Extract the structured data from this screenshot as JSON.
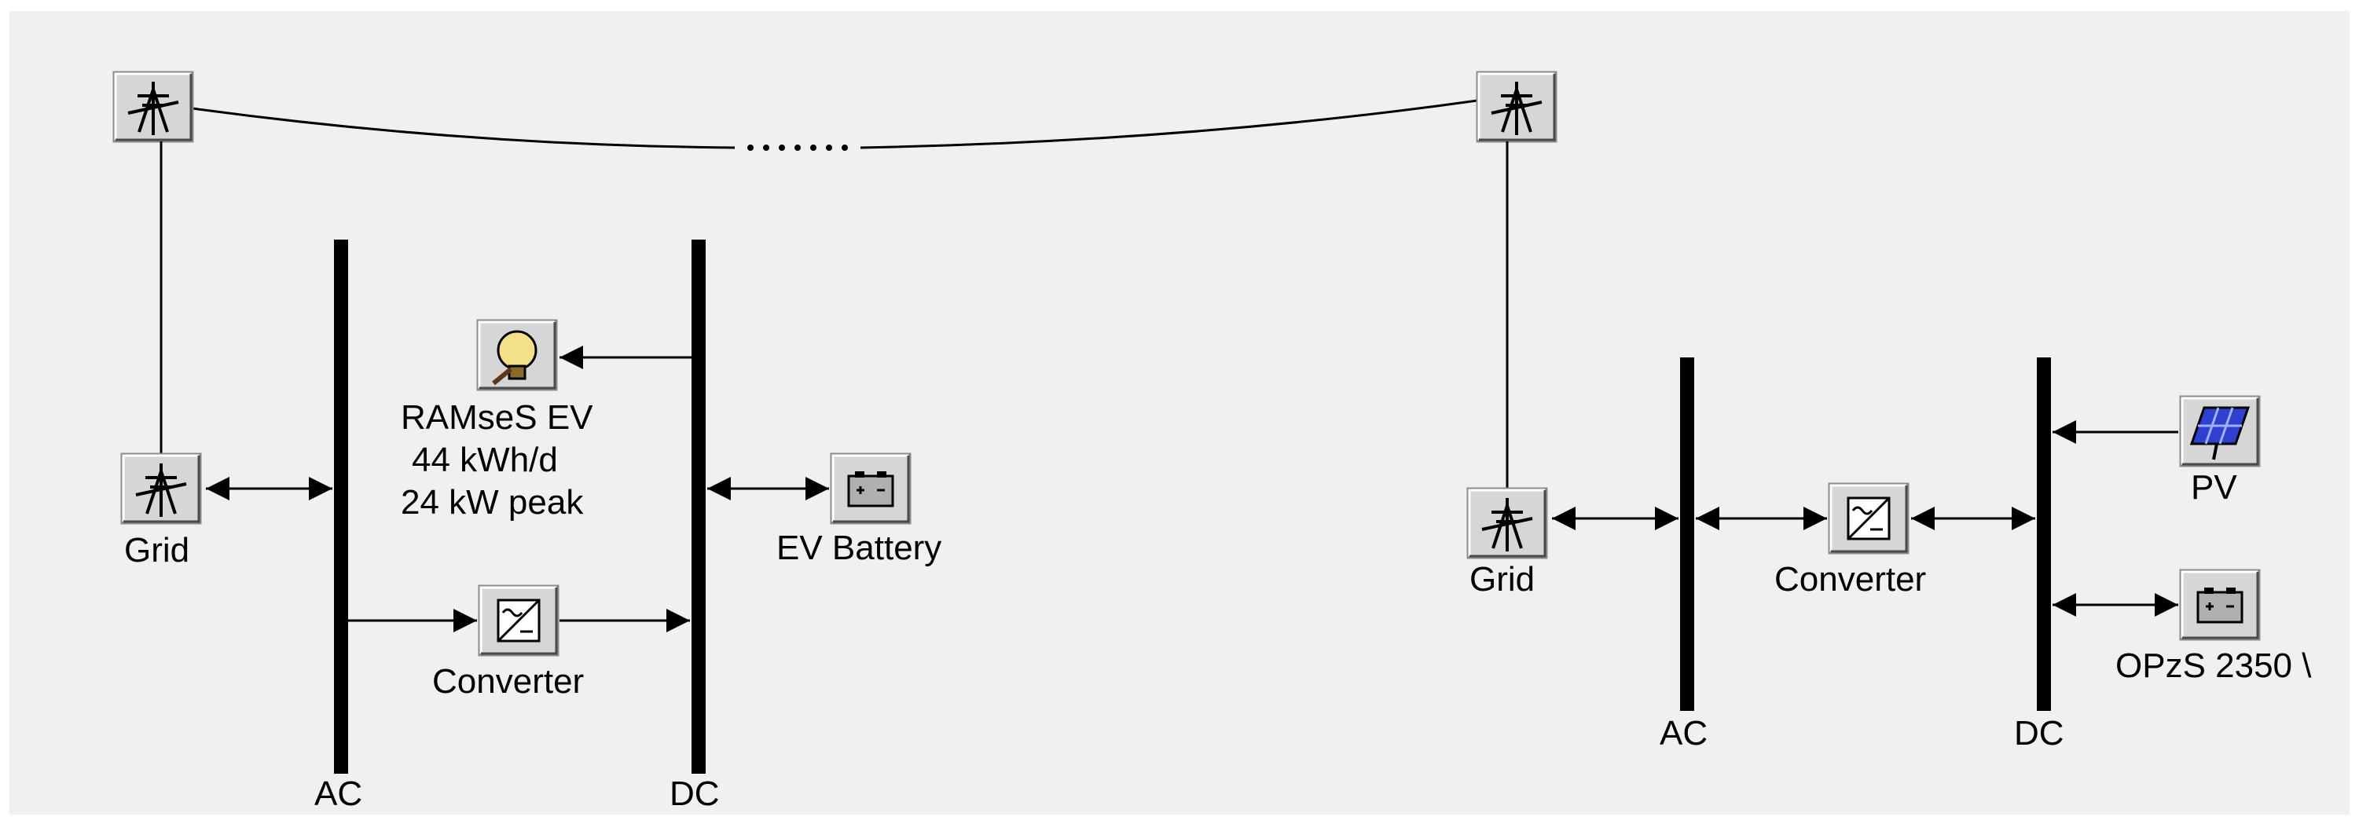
{
  "colors": {
    "canvas_background": "#f0f0f0",
    "line": "#000000",
    "icon_face": "#d6d6d6",
    "pv_panel": "#2f3fd0",
    "bulb": "#f5e08a"
  },
  "left_system": {
    "buses": {
      "ac_label": "AC",
      "dc_label": "DC"
    },
    "grid": {
      "label": "Grid"
    },
    "load": {
      "name": "RAMseS EV",
      "energy": "44 kWh/d",
      "peak": "24 kW peak"
    },
    "battery": {
      "label": "EV Battery"
    },
    "converter": {
      "label": "Converter"
    }
  },
  "right_system": {
    "buses": {
      "ac_label": "AC",
      "dc_label": "DC"
    },
    "grid": {
      "label": "Grid"
    },
    "converter": {
      "label": "Converter"
    },
    "pv": {
      "label": "PV"
    },
    "battery": {
      "label": "OPzS 2350 \\"
    }
  }
}
